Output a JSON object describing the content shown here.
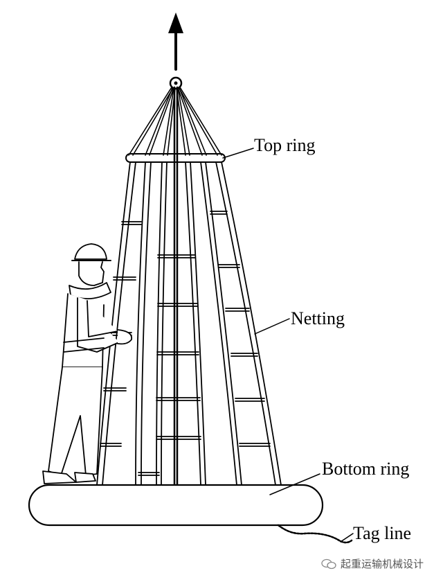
{
  "labels": {
    "top_ring": "Top ring",
    "netting": "Netting",
    "bottom_ring": "Bottom ring",
    "tag_line": "Tag line"
  },
  "watermark": "起重运输机械设计",
  "colors": {
    "line": "#000000",
    "background": "#ffffff"
  }
}
